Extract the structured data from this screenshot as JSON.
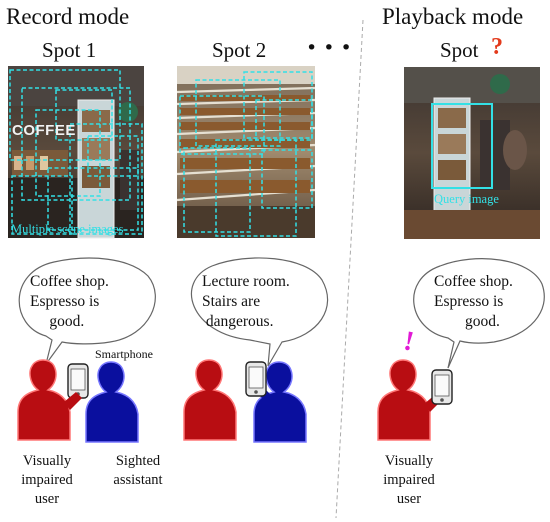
{
  "modes": {
    "record": "Record mode",
    "playback": "Playback mode"
  },
  "spots": {
    "spot1": "Spot 1",
    "spot2": "Spot 2",
    "ellipsis": "• • •",
    "spot_query": "Spot",
    "query_mark": "?"
  },
  "image_labels": {
    "multiple": "Multiple scene images",
    "query": "Query image"
  },
  "photo_text": {
    "coffee_sign": "COFFEE"
  },
  "bubbles": {
    "b1": "Coffee shop.\nEspresso is\n     good.",
    "b2": "Lecture room.\nStairs are\n dangerous.",
    "b3": "Coffee shop.\nEspresso is\n        good."
  },
  "labels": {
    "smartphone": "Smartphone",
    "alert_mark": "!",
    "user1": "Visually\nimpaired\nuser",
    "assistant": "Sighted\nassistant",
    "user2": "Visually\nimpaired\nuser"
  },
  "colors": {
    "user_red": "#b80d12",
    "assistant_blue": "#0a0f9e",
    "box_cyan": "#33e0e6",
    "query_red": "#e33a1c",
    "alert_magenta": "#e11ad5"
  }
}
